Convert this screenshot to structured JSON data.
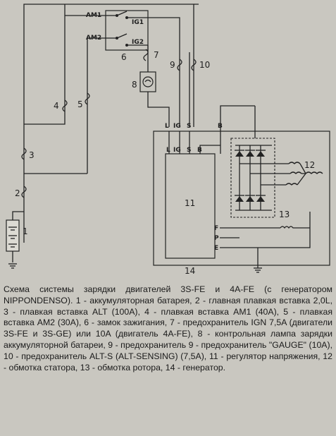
{
  "diagram": {
    "switch_labels": {
      "am1": "AM1",
      "am2": "AM2",
      "ig1": "IG1",
      "ig2": "IG2"
    },
    "component_numbers": {
      "n1": "1",
      "n2": "2",
      "n3": "3",
      "n4": "4",
      "n5": "5",
      "n6": "6",
      "n7": "7",
      "n8": "8",
      "n9": "9",
      "n10": "10",
      "n11": "11",
      "n12": "12",
      "n13": "13",
      "n14": "14"
    },
    "pins_top": {
      "l": "L",
      "ig": "IG",
      "s": "S",
      "b": "B"
    },
    "pins_inner": {
      "l": "L",
      "ig": "IG",
      "s": "S",
      "b": "B"
    },
    "pins_right": {
      "f": "F",
      "p": "P",
      "e": "E"
    }
  },
  "caption": {
    "text": "Схема системы зарядки двигателей 3S-FE и 4A-FE (с генератором NIPPONDENSO). 1 - аккумуляторная батарея, 2 - главная плавкая вставка 2,0L, 3 - плавкая вставка ALT (100A), 4 - плавкая вставка AM1 (40A), 5 - плавкая вставка AM2 (30A), 6 - замок зажигания, 7 - предохранитель IGN 7,5A (двигатели 3S-FE и 3S-GE) или 10A (двигатель 4A-FE), 8 - контрольная лампа зарядки аккумуляторной батареи, 9 - предохранитель 9 - предохранитель \"GAUGE\" (10A), 10 - предохранитель ALT-S (ALT-SENSING) (7,5A), 11 - регулятор напряжения, 12 - обмотка статора, 13 - обмотка ротора, 14 - генератор."
  }
}
